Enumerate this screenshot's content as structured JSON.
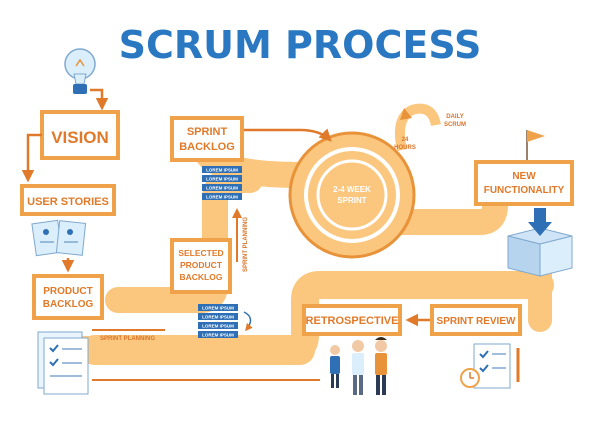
{
  "title": "SCRUM PROCESS",
  "steps": {
    "vision": "VISION",
    "user_stories": "USER STORIES",
    "product_backlog_1": "PRODUCT",
    "product_backlog_2": "BACKLOG",
    "sprint_backlog_1": "SPRINT",
    "sprint_backlog_2": "BACKLOG",
    "selected_backlog_1": "SELECTED",
    "selected_backlog_2": "PRODUCT",
    "selected_backlog_3": "BACKLOG",
    "sprint_1": "2-4 WEEK",
    "sprint_2": "SPRINT",
    "hours_1": "24",
    "hours_2": "HOURS",
    "daily_1": "DAILY",
    "daily_2": "SCRUM",
    "new_func_1": "NEW",
    "new_func_2": "FUNCTIONALITY",
    "sprint_review": "SPRINT REVIEW",
    "retrospective": "RETROSPECTIVE",
    "sprint_planning_vertical": "SPRINT PLANNING",
    "sprint_planning_bottom": "SPRINT PLANNING"
  },
  "lorem_tags": {
    "upper": [
      "LOREM IPSUM",
      "LOREM IPSUM",
      "LOREM IPSUM",
      "LOREM IPSUM"
    ],
    "lower": [
      "LOREM IPSUM",
      "LOREM IPSUM",
      "LOREM IPSUM",
      "LOREM IPSUM"
    ]
  },
  "colors": {
    "title": "#2a78c2",
    "path": "#fbc77f",
    "border": "#f0a24a",
    "arrow": "#e07a2a",
    "box_text": "#e07a2a",
    "tag": "#2f6fb5",
    "skin": "#f1c9a5"
  },
  "icons": [
    "lightbulb-icon",
    "documents-icon",
    "checklist-icon",
    "box-icon",
    "flag-icon",
    "clock-icon",
    "people-icon"
  ]
}
